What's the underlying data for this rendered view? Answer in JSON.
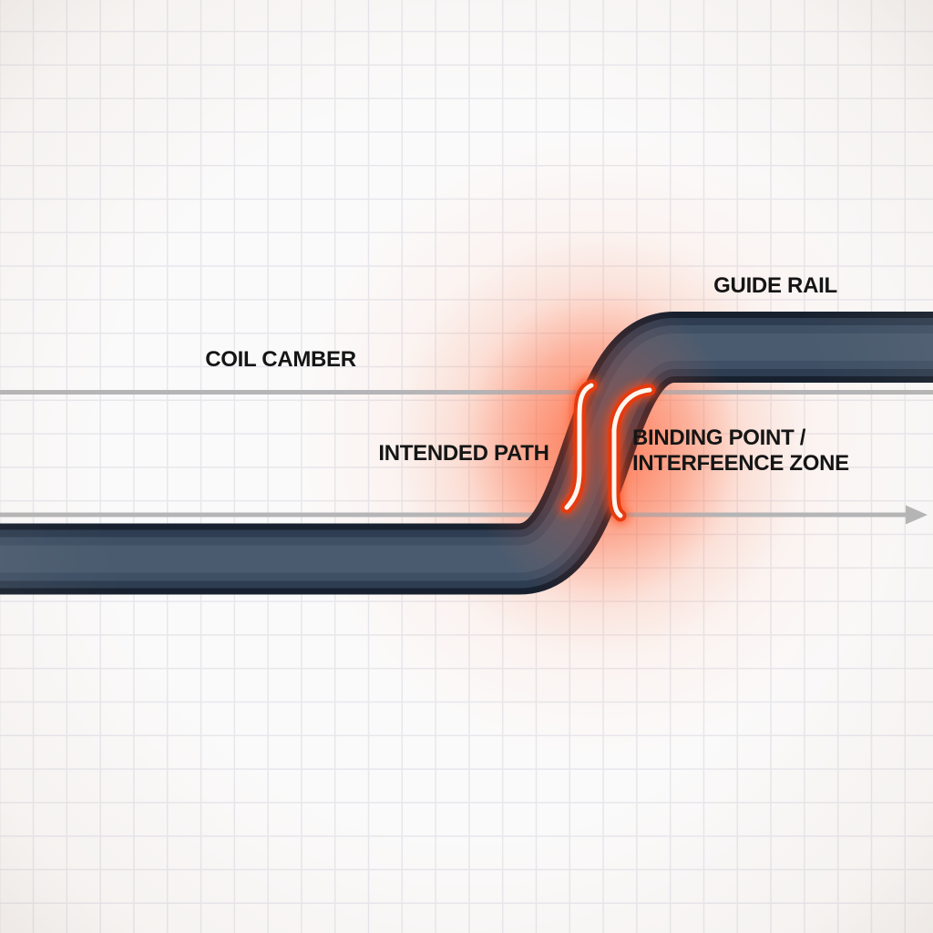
{
  "diagram": {
    "labels": {
      "guide_rail": "GUIDE RAIL",
      "coil_camber": "COIL CAMBER",
      "intended_path": "INTENDED PATH",
      "binding_point_line1": "BINDING POINT /",
      "binding_point_line2": "INTERFEENCE ZONE"
    },
    "colors": {
      "background": "#fbfafa",
      "grid_line": "#e7e7ec",
      "guide_line_gray": "#b5b5b7",
      "band_edge_dark": "#17202e",
      "band_face": "#3f5065",
      "band_sheen_silver": "#a3aeb9",
      "glow_red": "#ff4a18",
      "neon_outline_orange": "#e63a0f",
      "neon_core_white": "#fff7f0",
      "label_text": "#151515"
    }
  }
}
